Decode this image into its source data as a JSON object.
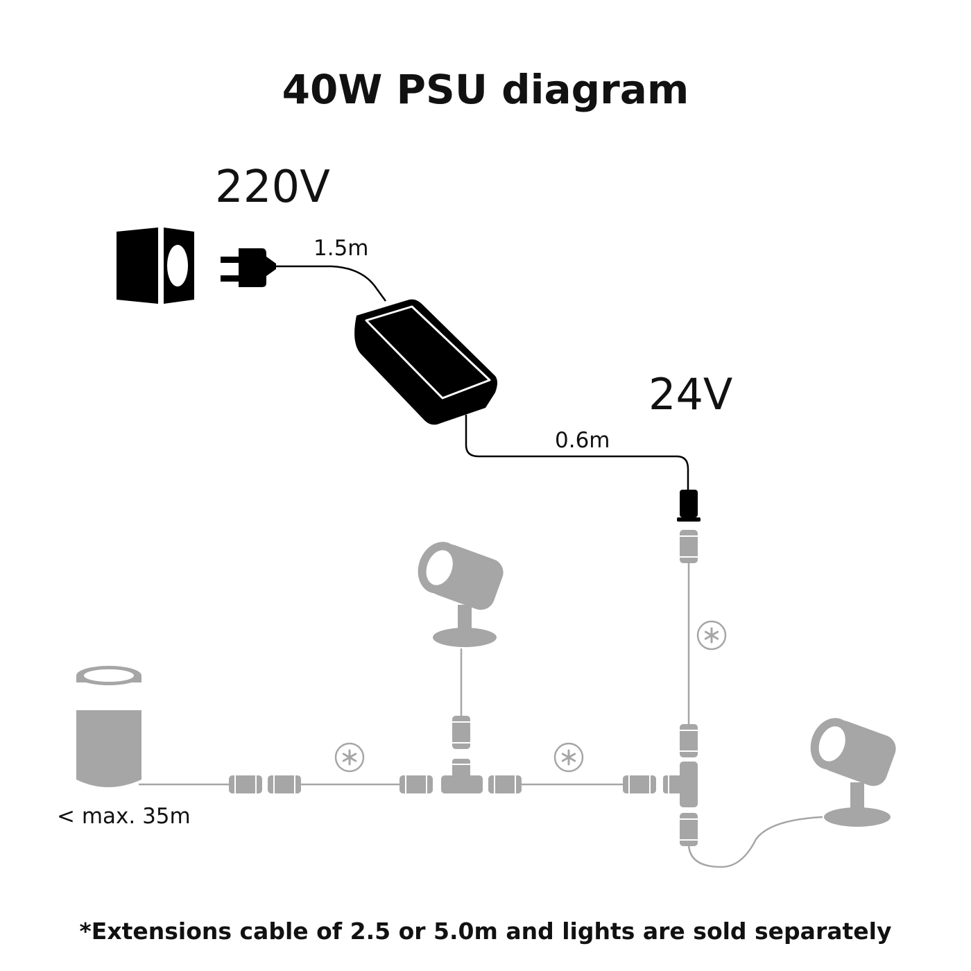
{
  "title": "40W PSU diagram",
  "input_voltage": "220V",
  "output_voltage": "24V",
  "mains_cable_length": "1.5m",
  "low_voltage_cable_length": "0.6m",
  "max_run_label": "< max. 35m",
  "footnote": "*Extensions cable of 2.5 or 5.0m and lights are sold separately",
  "colors": {
    "primary": "#000000",
    "accessory": "#a6a6a6",
    "background": "#ffffff"
  },
  "icons": [
    "wall-socket-icon",
    "plug-icon",
    "power-supply-icon",
    "spotlight-icon",
    "pedestal-light-icon",
    "t-connector-icon",
    "extension-marker-icon"
  ]
}
